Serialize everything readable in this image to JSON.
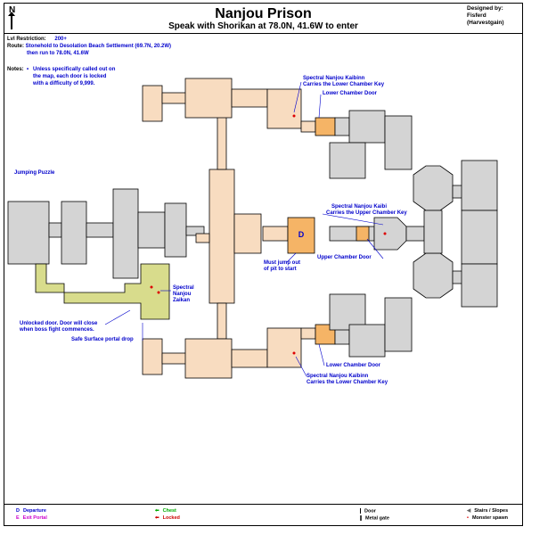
{
  "header": {
    "title": "Nanjou Prison",
    "subtitle": "Speak with Shorikan at 78.0N, 41.6W to enter",
    "north": "N",
    "designer_label": "Designed by:",
    "designer_name": "Fisferd",
    "designer_handle": "(Harvestgain)"
  },
  "info": {
    "lvl_label": "Lvl Restriction:",
    "lvl_value": "200+",
    "route_label": "Route:",
    "route_line1": "Stonehold to Desolation Beach Settlement (69.7N, 20.2W)",
    "route_line2": "then run to 78.0N, 41.6W",
    "notes_label": "Notes:",
    "notes_line1": "Unless specifically called out on",
    "notes_line2": "the map, each door is locked",
    "notes_line3": "with a difficulty of 9,999.",
    "bullet": "•"
  },
  "labels": {
    "jumping_puzzle": "Jumping Puzzle",
    "kaibinn_top_1": "Spectral Nanjou Kaibinn",
    "kaibinn_top_2": "Carries the Lower Chamber Key",
    "lower_door_top": "Lower Chamber Door",
    "kaibi_1": "Spectral Nanjou Kaibi",
    "kaibi_2": "Carries the Upper Chamber Key",
    "upper_door": "Upper Chamber Door",
    "pit_1": "Must jump out",
    "pit_2": "of pit to start",
    "zaikan_1": "Spectral",
    "zaikan_2": "Nanjou",
    "zaikan_3": "Zaikan",
    "unlocked_1": "Unlocked door. Door will close",
    "unlocked_2": "when boss fight commences.",
    "safe_portal": "Safe Surface portal drop",
    "lower_door_bottom": "Lower Chamber Door",
    "kaibinn_bot_1": "Spectral Nanjou Kaibinn",
    "kaibinn_bot_2": "Carries the Lower Chamber Key",
    "departure_marker": "D"
  },
  "legend": {
    "departure_sym": "D",
    "departure": "Departure",
    "exit_sym": "E",
    "exit": "Exit Portal",
    "chest_sym": "⬅",
    "chest": "Chest",
    "locked_sym": "⬅",
    "locked": "Locked",
    "door": "Door",
    "gate": "Metal gate",
    "stairs_sym": "◀",
    "stairs": "Stairs / Slopes",
    "spawn_sym": "•",
    "spawn": "Monster spawn"
  },
  "colors": {
    "peach": "#f8dcc0",
    "gray": "#d4d4d4",
    "orange": "#f5b466",
    "yellow": "#d8dc8c",
    "departure": "#0000cc",
    "exit": "#cc00cc",
    "chest": "#00aa00",
    "locked": "#cc0000",
    "spawn": "#dd0000"
  }
}
